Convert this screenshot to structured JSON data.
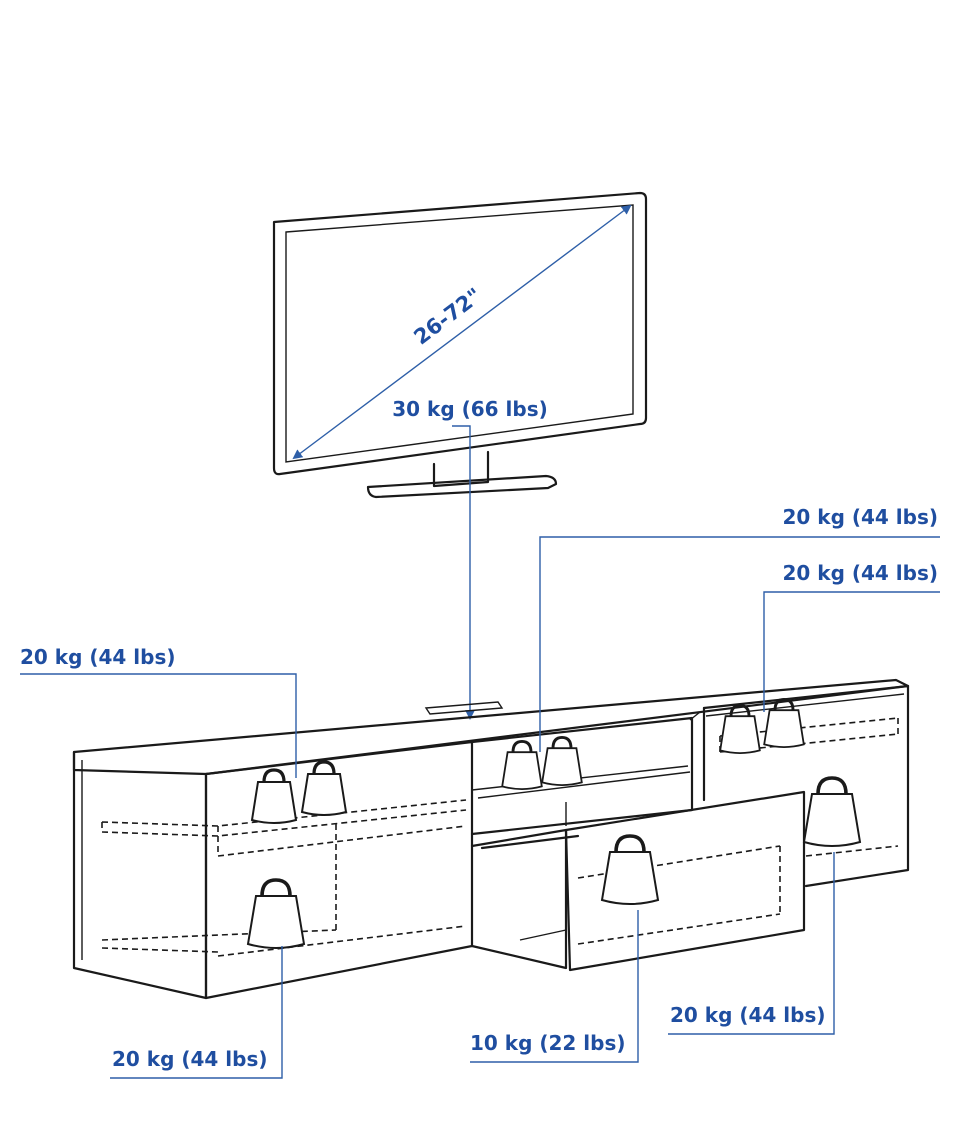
{
  "colors": {
    "label": "#1f4ea0",
    "ink": "#1a1a1a",
    "leader": "#2e5fa8",
    "background": "#ffffff"
  },
  "tv": {
    "diagonal_label": "26-72\"",
    "weight_label": "30 kg (66 lbs)"
  },
  "labels": {
    "top_right_1": "20 kg (44 lbs)",
    "top_right_2": "20 kg (44 lbs)",
    "left_shelf": "20 kg (44 lbs)",
    "bottom_left": "20 kg (44 lbs)",
    "bottom_drawer": "10 kg (22 lbs)",
    "bottom_right": "20 kg (44 lbs)"
  },
  "icons": {
    "weight": "kettlebell-weight-icon",
    "tv": "television-icon",
    "bench": "tv-bench-icon"
  }
}
